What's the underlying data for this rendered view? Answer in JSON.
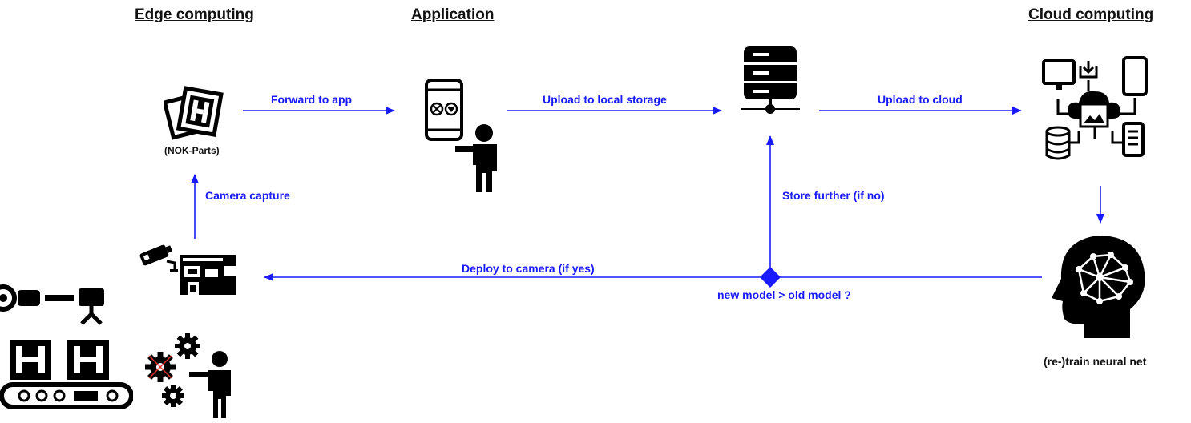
{
  "headings": {
    "edge": "Edge computing",
    "application": "Application",
    "cloud": "Cloud computing"
  },
  "nodes": {
    "nok_parts": "(NOK-Parts)",
    "retrain": "(re-)train neural net"
  },
  "edges": {
    "forward": "Forward  to app",
    "upload_local": "Upload to local storage",
    "upload_cloud": "Upload to cloud",
    "camera_capture": "Camera capture",
    "store_further": "Store further (if no)",
    "deploy": "Deploy to camera (if yes)",
    "decision": "new model > old model ?"
  },
  "colors": {
    "arrow": "#1a1aff",
    "icon": "#000000",
    "accent_cross": "#e03030"
  },
  "icons": [
    "marker-cards-icon",
    "phone-user-icon",
    "server-icon",
    "cloud-network-icon",
    "brain-head-icon",
    "camera-board-icon",
    "assembly-line-icon",
    "gear-worker-icon"
  ]
}
